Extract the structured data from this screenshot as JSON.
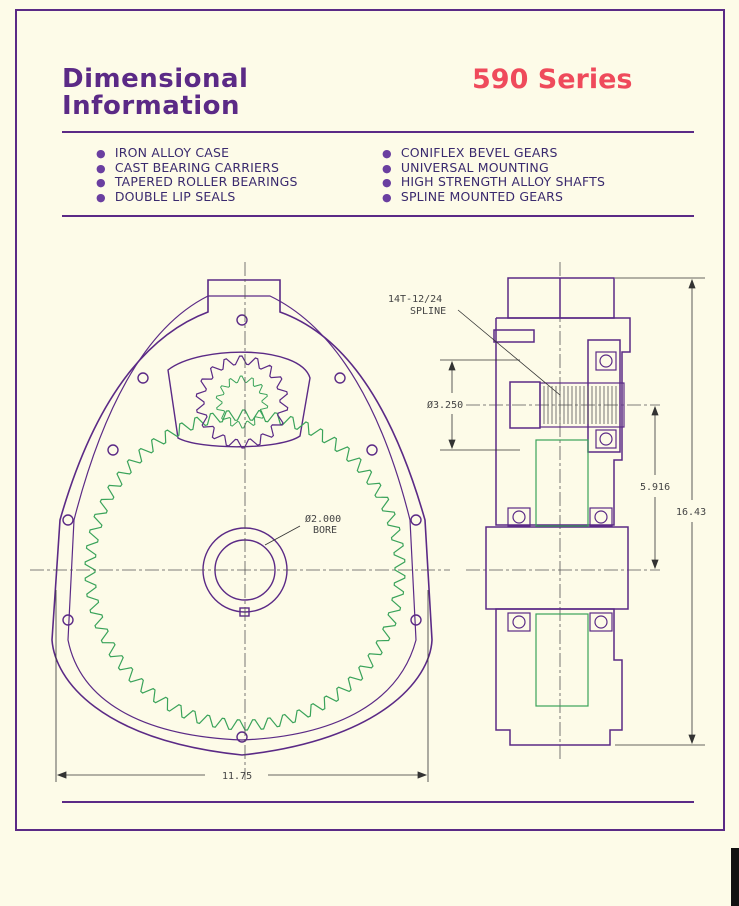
{
  "header": {
    "title_line1": "Dimensional",
    "title_line2": "Information",
    "series": "590 Series"
  },
  "features_left": [
    "IRON ALLOY CASE",
    "CAST BEARING CARRIERS",
    "TAPERED ROLLER BEARINGS",
    "DOUBLE LIP SEALS"
  ],
  "features_right": [
    "CONIFLEX BEVEL GEARS",
    "UNIVERSAL MOUNTING",
    "HIGH STRENGTH ALLOY SHAFTS",
    "SPLINE MOUNTED GEARS"
  ],
  "drawing": {
    "bore_label_line1": "Ø2.000",
    "bore_label_line2": "BORE",
    "width_dim": "11.75",
    "spline_label_line1": "14T-12/24",
    "spline_label_line2": "SPLINE",
    "shaft_dia": "Ø3.250",
    "center_dim": "5.916",
    "height_dim": "16.43"
  },
  "colors": {
    "primary": "#5b2a86",
    "accent": "#ef4a5b",
    "gear_teeth": "#3aa35a"
  }
}
